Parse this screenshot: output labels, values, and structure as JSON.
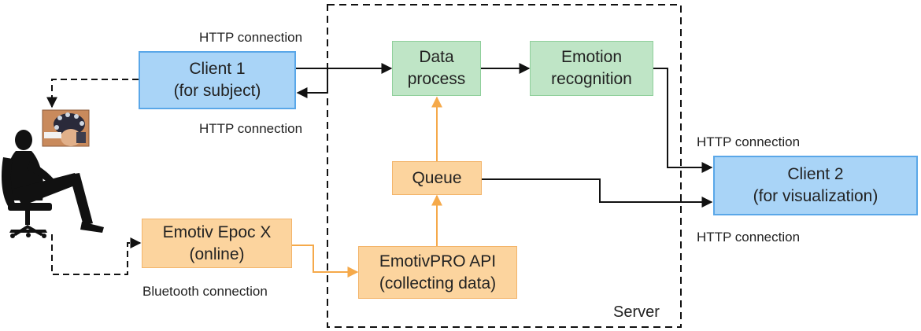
{
  "colors": {
    "client_fill": "#a9d4f7",
    "client_border": "#5aa7e8",
    "process_fill": "#bfe5c6",
    "process_border": "#8fcf9b",
    "emotiv_fill": "#fcd49e",
    "emotiv_border": "#f3b46a",
    "orange_arrow": "#f5a94a",
    "black_arrow": "#111111"
  },
  "nodes": {
    "client1": [
      "Client 1",
      "(for subject)"
    ],
    "data_process": [
      "Data",
      "process"
    ],
    "emotion_recognition": [
      "Emotion",
      "recognition"
    ],
    "queue": [
      "Queue"
    ],
    "client2": [
      "Client 2",
      "(for visualization)"
    ],
    "epoc": [
      "Emotiv Epoc X",
      "(online)"
    ],
    "api": [
      "EmotivPRO API",
      "(collecting data)"
    ]
  },
  "labels": {
    "http_top": "HTTP connection",
    "http_client1_bottom": "HTTP connection",
    "http_client2_top": "HTTP connection",
    "http_client2_bottom": "HTTP connection",
    "bluetooth": "Bluetooth connection",
    "server": "Server"
  },
  "icons": {
    "subject": "person-in-chair-icon",
    "headset": "eeg-headset-photo-icon"
  }
}
